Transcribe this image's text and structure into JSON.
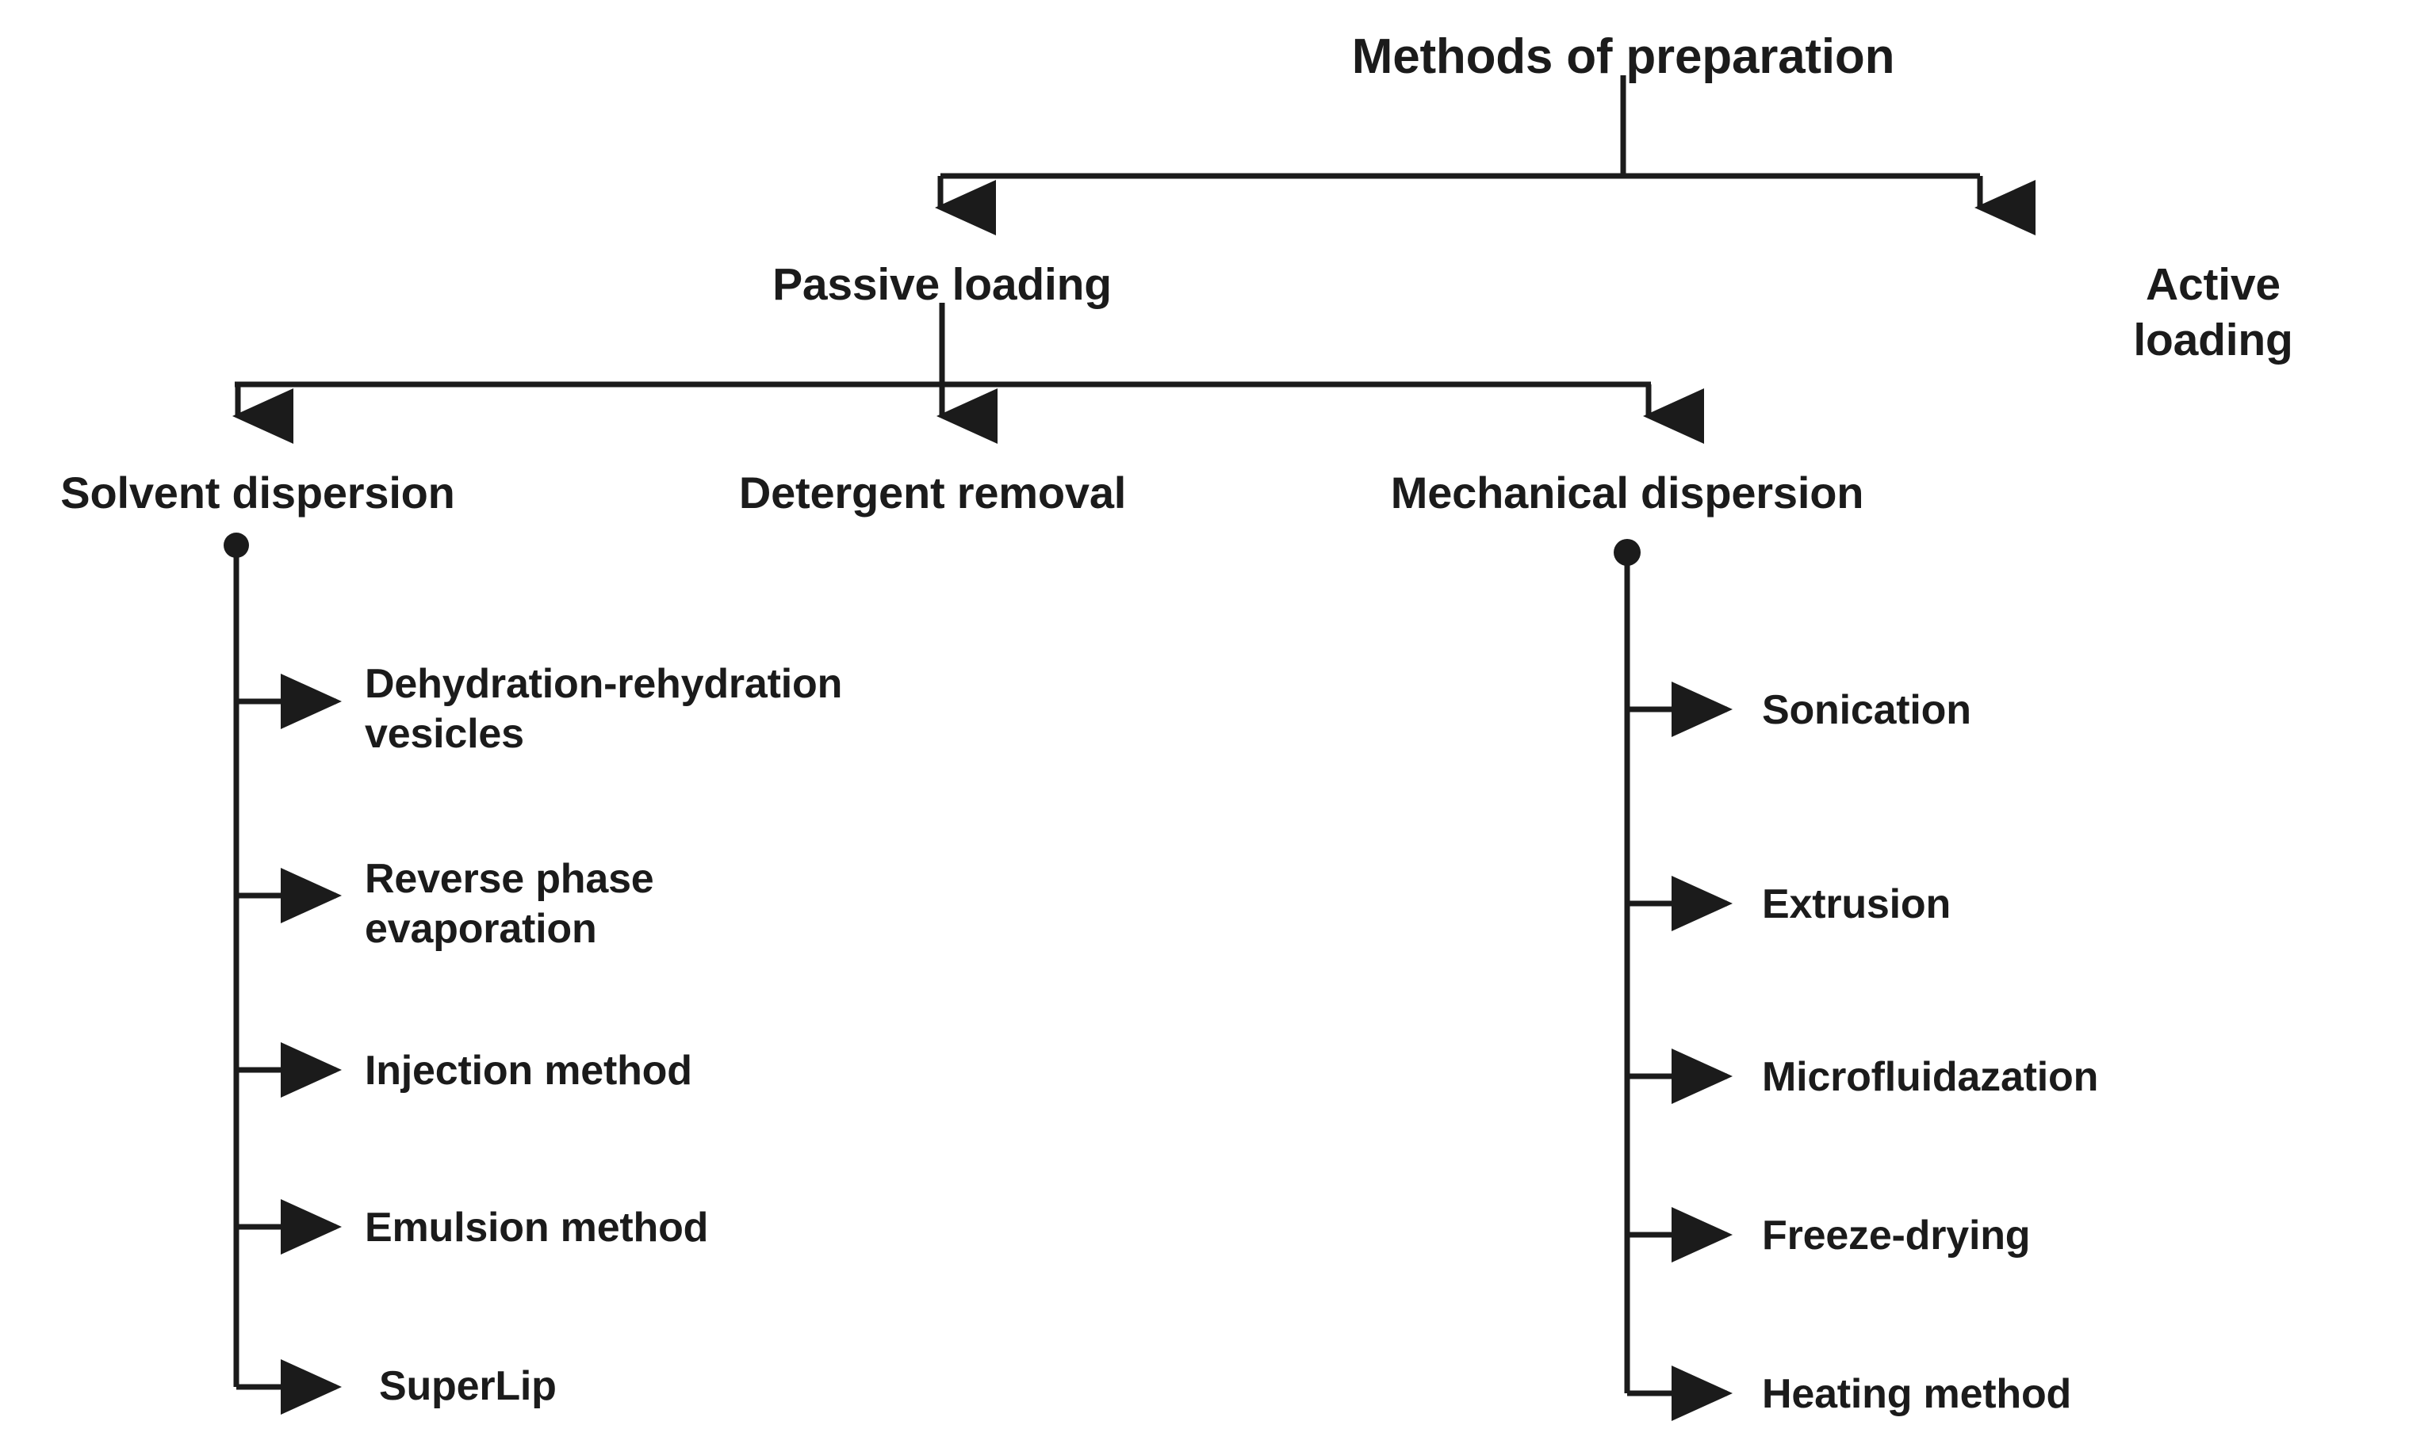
{
  "diagram": {
    "title": "Methods of preparation",
    "type": "hierarchical-flowchart",
    "orientation": "top-down",
    "line_color": "#1b1b1b",
    "text_color": "#1b1b1b",
    "background": "#ffffff",
    "root": {
      "label": "Methods of preparation"
    },
    "level1": [
      {
        "label": "Passive loading"
      },
      {
        "label": "Active loading"
      }
    ],
    "level2": [
      {
        "label": "Solvent dispersion"
      },
      {
        "label": "Detergent removal"
      },
      {
        "label": "Mechanical dispersion"
      }
    ],
    "solvent_dispersion_methods": [
      {
        "label": "Dehydration-rehydration\nvesicles"
      },
      {
        "label": "Reverse phase\nevaporation"
      },
      {
        "label": "Injection method"
      },
      {
        "label": "Emulsion method"
      },
      {
        "label": "SuperLip"
      }
    ],
    "mechanical_dispersion_methods": [
      {
        "label": "Sonication"
      },
      {
        "label": "Extrusion"
      },
      {
        "label": "Microfluidazation"
      },
      {
        "label": "Freeze-drying"
      },
      {
        "label": "Heating method"
      }
    ],
    "detergent_removal_methods": []
  }
}
